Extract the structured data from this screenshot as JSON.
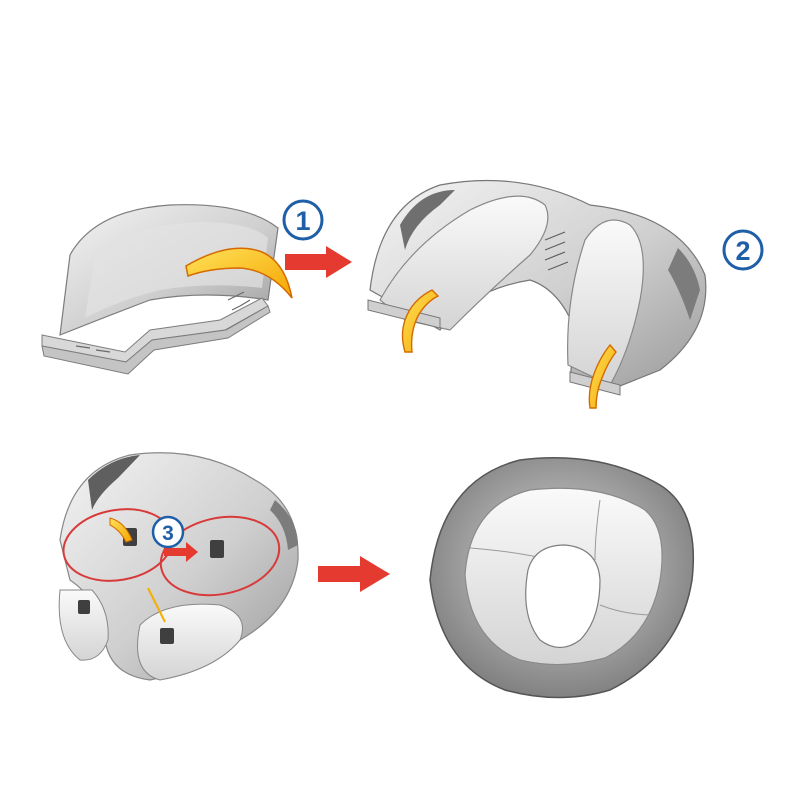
{
  "steps": [
    {
      "number": "1"
    },
    {
      "number": "2"
    },
    {
      "number": "3"
    }
  ],
  "colors": {
    "step_number_blue": "#1f5fa8",
    "arrow_red": "#e53a2f",
    "highlight_yellow": "#f6c400",
    "highlight_orange": "#e6801a",
    "seat_gray_light": "#e9e9e9",
    "seat_gray_mid": "#b9b9b9",
    "seat_gray_dark": "#6f6f6f",
    "circle_red": "#d83a3a"
  }
}
